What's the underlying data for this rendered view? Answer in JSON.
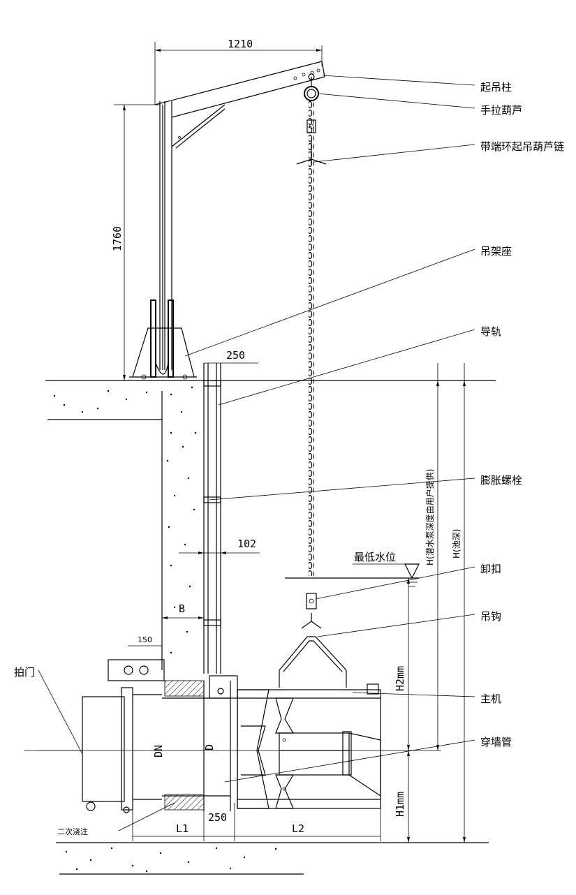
{
  "callouts": {
    "lifting_column": "起吊柱",
    "chain_hoist": "手拉葫芦",
    "hoist_chain": "带端环起吊葫芦链",
    "hoist_base": "吊架座",
    "guide_rail": "导轨",
    "expansion_bolt": "膨胀螺栓",
    "shackle": "卸扣",
    "hook": "吊钩",
    "main_unit": "主机",
    "wall_pipe": "穿墙管",
    "flap_gate": "拍门",
    "secondary_grout": "二次浇注"
  },
  "water_level": {
    "label": "最低水位"
  },
  "dimensions": {
    "arm_width": "1210",
    "column_height": "1760",
    "rail_offset": "250",
    "bolt_spacing": "102",
    "wall_gap": "B",
    "flange_offset": "150",
    "pipe_dn": "DN",
    "pipe_d": "D",
    "l1": "L1",
    "gap_250": "250",
    "l2": "L2",
    "h2": "H2mm",
    "h1": "H1mm",
    "depth_user": "H(潜水泵深度由用户提供)",
    "depth_total": "H(池深)"
  }
}
